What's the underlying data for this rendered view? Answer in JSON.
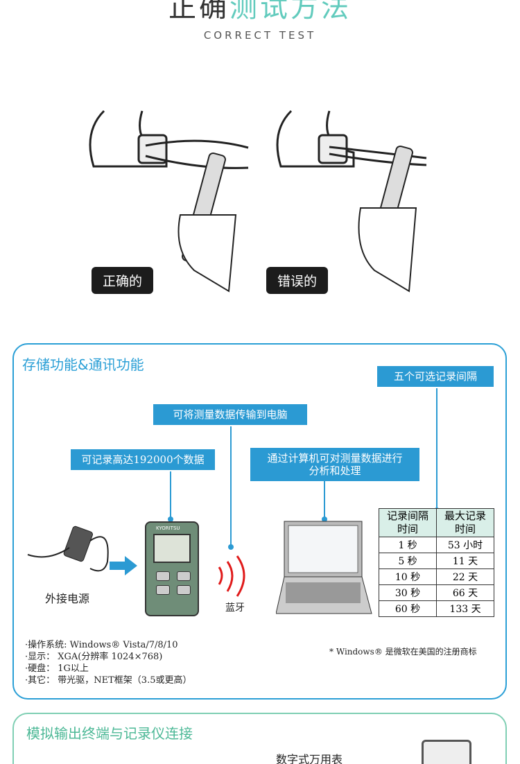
{
  "header": {
    "title_dark": "正确",
    "title_teal": "测试方法",
    "subtitle": "CORRECT TEST"
  },
  "test": {
    "correct_label": "正确的",
    "wrong_label": "错误的"
  },
  "storage": {
    "title": "存储功能&通讯功能",
    "callouts": {
      "intervals": "五个可选记录间隔",
      "transfer": "可将测量数据传输到电脑",
      "records": "可记录高达192000个数据",
      "analysis_line1": "通过计算机可对测量数据进行",
      "analysis_line2": "分析和处理"
    },
    "device_brand": "KYORITSU",
    "power_label": "外接电源",
    "bluetooth_label": "蓝牙",
    "table": {
      "headers": [
        [
          "记录间隔",
          "时间"
        ],
        [
          "最大记录",
          "时间"
        ]
      ],
      "rows": [
        [
          "1 秒",
          "53 小时"
        ],
        [
          "5 秒",
          "11 天"
        ],
        [
          "10 秒",
          "22 天"
        ],
        [
          "30 秒",
          "66 天"
        ],
        [
          "60 秒",
          "133 天"
        ]
      ]
    },
    "specs": [
      "·操作系统: Windows® Vista/7/8/10",
      "·显示：  XGA(分辨率 1024×768)",
      "·硬盘：  1G以上",
      "·其它：  带光驱，NET框架（3.5或更高）"
    ],
    "trademark": "* Windows® 是微软在美国的注册商标"
  },
  "analog": {
    "title": "模拟输出终端与记录仪连接",
    "multimeter_label": "数字式万用表"
  }
}
